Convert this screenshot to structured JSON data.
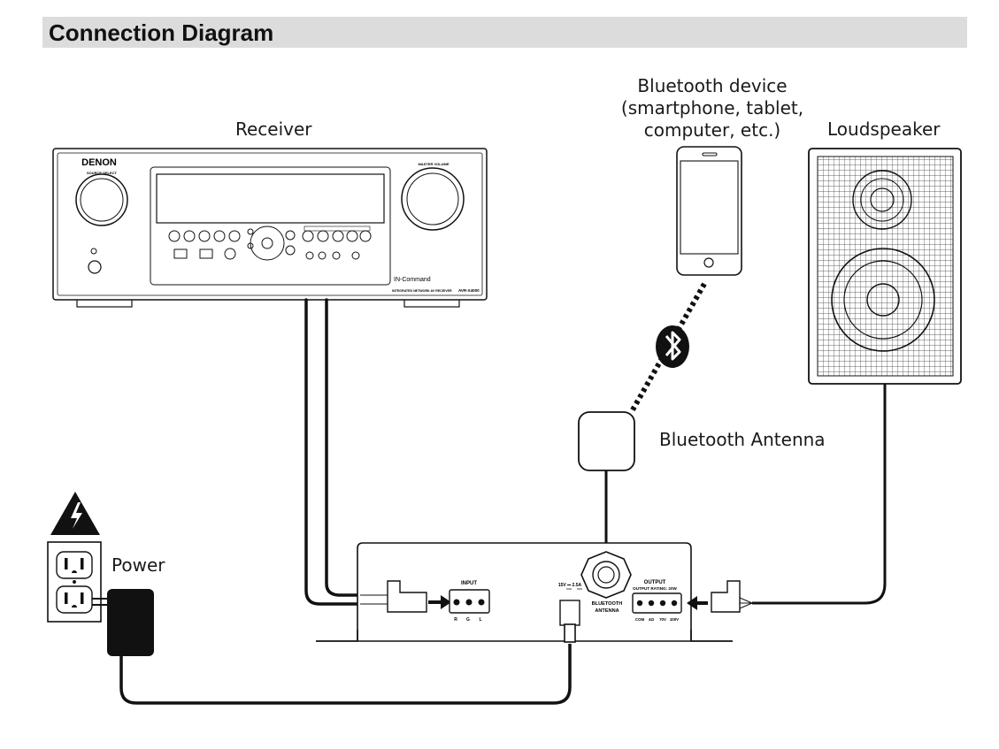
{
  "header": {
    "title": "Connection Diagram"
  },
  "labels": {
    "receiver": "Receiver",
    "bt_device_line1": "Bluetooth device",
    "bt_device_line2": "(smartphone, tablet,",
    "bt_device_line3": "computer, etc.)",
    "loudspeaker": "Loudspeaker",
    "bt_antenna": "Bluetooth Antenna",
    "power": "Power"
  },
  "receiver_panel": {
    "brand": "DENON",
    "source_select": "SOURCE SELECT",
    "master_volume": "MASTER VOLUME",
    "series": "IN-Command",
    "model_line": "INTEGRATED NETWORK AV RECEIVER",
    "model": "AVR-X4000"
  },
  "amp_panel": {
    "input_label": "INPUT",
    "input_pins": [
      "R",
      "G",
      "L"
    ],
    "power_spec": "15V ⎓ 2.5A",
    "antenna_label_1": "BLUETOOTH",
    "antenna_label_2": "ANTENNA",
    "output_label": "OUTPUT",
    "output_rating": "OUTPUT RATING: 20W",
    "output_pins": [
      "COM",
      "4Ω",
      "70V",
      "100V"
    ]
  },
  "colors": {
    "header_bg": "#dcdcdc",
    "line": "#111111",
    "device_fill": "#ffffff",
    "adapter_fill": "#111111",
    "warning_fill": "#111111"
  }
}
